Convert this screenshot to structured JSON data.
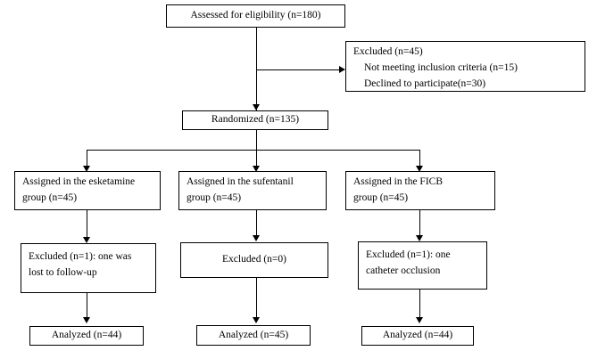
{
  "assessed": "Assessed for eligibility (n=180)",
  "excluded_main": {
    "title": "Excluded (n=45)",
    "items": [
      "Not meeting inclusion criteria (n=15)",
      "Declined to participate(n=30)"
    ]
  },
  "randomized": "Randomized (n=135)",
  "groups": [
    {
      "assigned": [
        "Assigned in the esketamine",
        "group (n=45)"
      ],
      "excluded": [
        "Excluded (n=1): one was",
        "lost to follow-up"
      ],
      "analyzed": "Analyzed (n=44)"
    },
    {
      "assigned": [
        "Assigned in the sufentanil",
        "group (n=45)"
      ],
      "excluded": [
        "Excluded (n=0)"
      ],
      "analyzed": "Analyzed (n=45)"
    },
    {
      "assigned": [
        "Assigned in the FICB",
        "group (n=45)"
      ],
      "excluded": [
        "Excluded (n=1): one",
        "catheter occlusion"
      ],
      "analyzed": "Analyzed (n=44)"
    }
  ]
}
